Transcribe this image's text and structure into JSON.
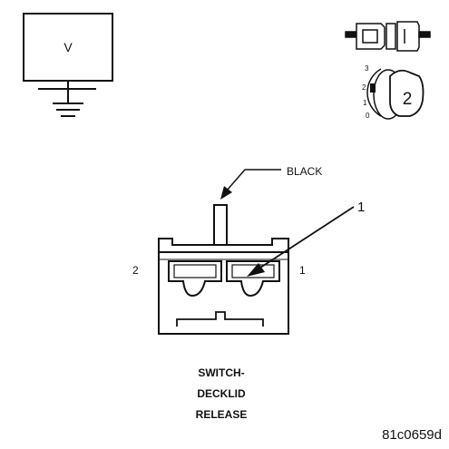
{
  "voltmeter": {
    "label": "V"
  },
  "key_positions": [
    "3",
    "2",
    "1",
    "0"
  ],
  "key_badge": "2",
  "connector": {
    "wire_color_label": "BLACK",
    "callout_number": "1",
    "pin_left_label": "2",
    "pin_right_label": "1"
  },
  "caption": {
    "line1": "SWITCH-",
    "line2": "DECKLID",
    "line3": "RELEASE"
  },
  "figure_id": "81c0659d"
}
